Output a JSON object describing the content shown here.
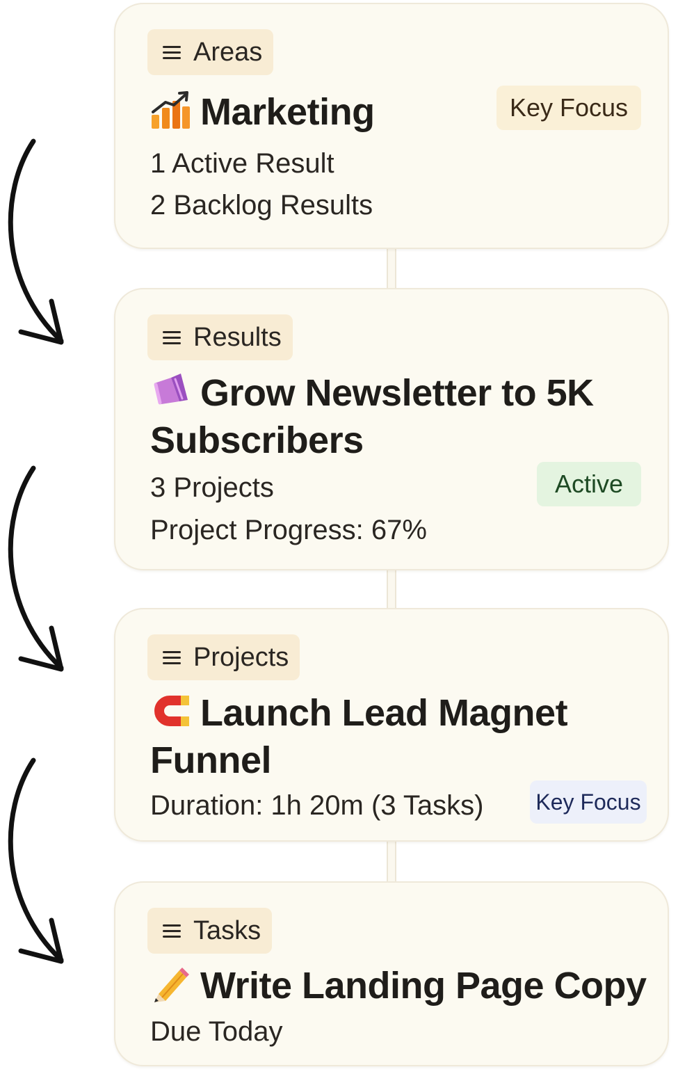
{
  "colors": {
    "card_background": "#fcfaf1",
    "card_border": "#efe9da",
    "chip_background": "#f8ecd4",
    "key_focus_badge": "#faf0d7",
    "active_badge": "#e4f4e0",
    "active_text": "#1e4a24",
    "key_focus_blue_badge": "#edf0fa",
    "key_focus_blue_text": "#1e2a5a",
    "arrow": "#111111"
  },
  "area": {
    "label": "Areas",
    "icon": "bar-chart-icon",
    "title": "Marketing",
    "badge": "Key Focus",
    "lines": [
      "1 Active Result",
      "2 Backlog Results"
    ]
  },
  "result": {
    "label": "Results",
    "icon": "megaphone-icon",
    "title_line1": "Grow Newsletter to 5K",
    "title_line2": "Subscribers",
    "badge": "Active",
    "lines": [
      "3 Projects",
      "Project Progress: 67%"
    ]
  },
  "project": {
    "label": "Projects",
    "icon": "magnet-icon",
    "title_line1": "Launch Lead Magnet",
    "title_line2": "Funnel",
    "line": "Duration: 1h 20m (3 Tasks)",
    "badge": "Key Focus"
  },
  "task": {
    "label": "Tasks",
    "icon": "pencil-icon",
    "title": "Write Landing Page Copy",
    "line": "Due Today"
  }
}
